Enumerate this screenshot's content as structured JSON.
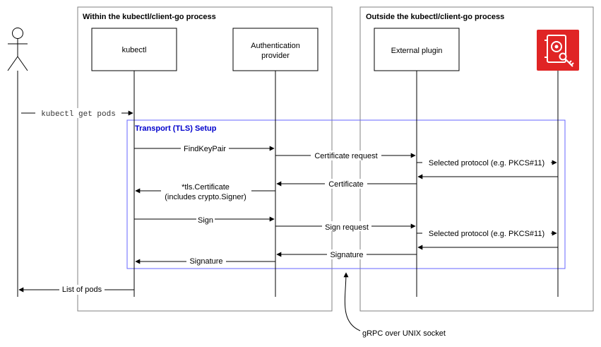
{
  "groups": {
    "inside": {
      "title": "Within the kubectl/client-go process"
    },
    "outside": {
      "title": "Outside the kubectl/client-go process"
    }
  },
  "participants": {
    "kubectl": {
      "label": "kubectl"
    },
    "auth_provider": {
      "label_line1": "Authentication",
      "label_line2": "provider"
    },
    "external_plugin": {
      "label": "External plugin"
    },
    "hsm_icon": {
      "icon": "key-vault-icon",
      "color": "#E02425"
    }
  },
  "tls_box": {
    "title": "Transport (TLS) Setup",
    "color": "#0000CC",
    "border": "#6666FF"
  },
  "messages": {
    "get_pods": "kubectl get pods",
    "find_key_pair": "FindKeyPair",
    "certificate_request": "Certificate request",
    "selected_protocol_1": "Selected protocol (e.g. PKCS#11)",
    "certificate": "Certificate",
    "tls_certificate_line1": "*tls.Certificate",
    "tls_certificate_line2": "(includes crypto.Signer)",
    "sign": "Sign",
    "sign_request": "Sign request",
    "selected_protocol_2": "Selected protocol (e.g. PKCS#11)",
    "signature_plugin": "Signature",
    "signature_auth": "Signature",
    "list_of_pods": "List of pods"
  },
  "annotation": {
    "grpc": "gRPC over UNIX socket"
  }
}
